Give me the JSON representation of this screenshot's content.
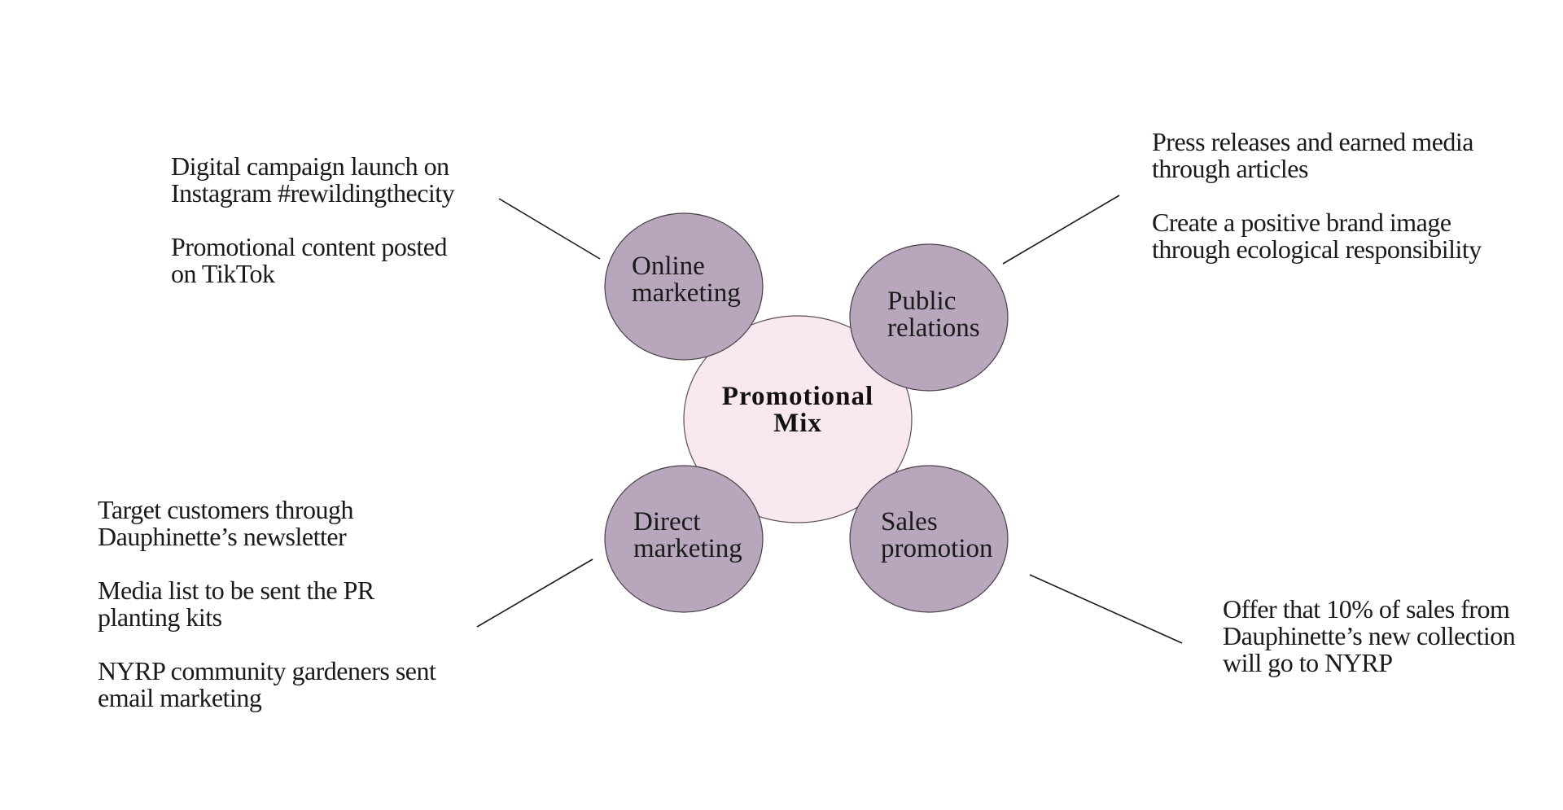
{
  "center": {
    "line1": "Promotional",
    "line2": "Mix"
  },
  "nodes": {
    "online": {
      "line1": "Online",
      "line2": "marketing"
    },
    "public": {
      "line1": "Public",
      "line2": "relations"
    },
    "direct": {
      "line1": "Direct",
      "line2": "marketing"
    },
    "sales": {
      "line1": "Sales",
      "line2": "promotion"
    }
  },
  "notes": {
    "online": {
      "p1_l1": "Digital campaign launch on",
      "p1_l2": "Instagram #rewildingthecity",
      "p2_l1": "Promotional content posted",
      "p2_l2": "on TikTok"
    },
    "public": {
      "p1_l1": "Press releases and earned media",
      "p1_l2": "through articles",
      "p2_l1": "Create a positive brand image",
      "p2_l2": "through ecological responsibility"
    },
    "direct": {
      "p1_l1": "Target customers through",
      "p1_l2": "Dauphinette’s newsletter",
      "p2_l1": "Media list to be sent the PR",
      "p2_l2": "planting kits",
      "p3_l1": "NYRP community gardeners sent",
      "p3_l2": "email marketing"
    },
    "sales": {
      "p1_l1": "Offer that 10% of sales from",
      "p1_l2": "Dauphinette’s new collection",
      "p1_l3": "will go to NYRP"
    }
  },
  "colors": {
    "center_fill": "#f9e8ef",
    "node_fill": "#b7a6bc",
    "stroke": "#4a4048",
    "line": "#1a1a1a"
  }
}
